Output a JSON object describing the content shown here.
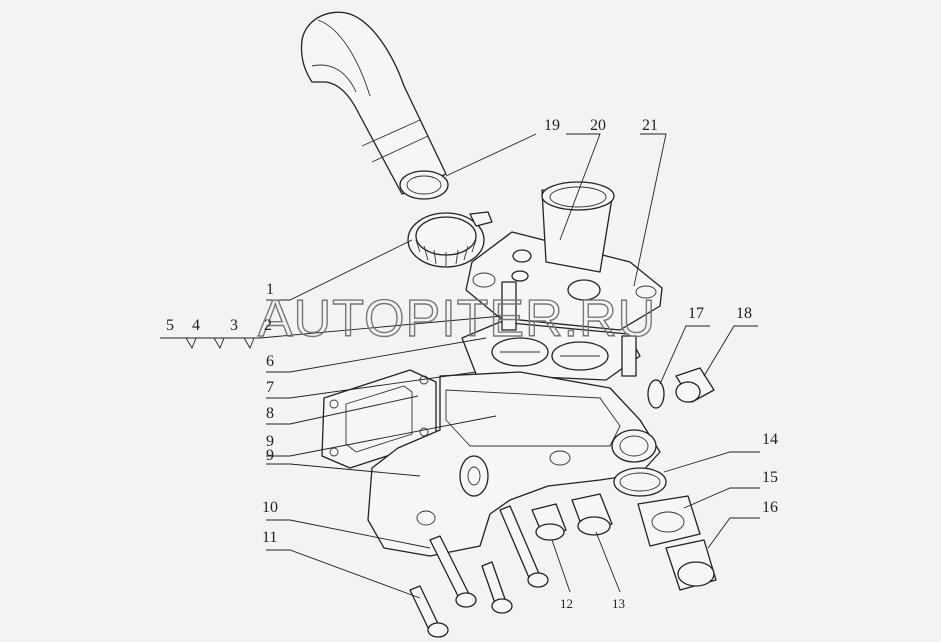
{
  "watermark": "AUTOPITER.RU",
  "callouts": [
    {
      "label": "1"
    },
    {
      "label": "2"
    },
    {
      "label": "3"
    },
    {
      "label": "4"
    },
    {
      "label": "5"
    },
    {
      "label": "6"
    },
    {
      "label": "7"
    },
    {
      "label": "8"
    },
    {
      "label": "9"
    },
    {
      "label": "9"
    },
    {
      "label": "10"
    },
    {
      "label": "11"
    },
    {
      "label": "12"
    },
    {
      "label": "13"
    },
    {
      "label": "14"
    },
    {
      "label": "15"
    },
    {
      "label": "16"
    },
    {
      "label": "17"
    },
    {
      "label": "18"
    },
    {
      "label": "19"
    },
    {
      "label": "20"
    },
    {
      "label": "21"
    }
  ]
}
